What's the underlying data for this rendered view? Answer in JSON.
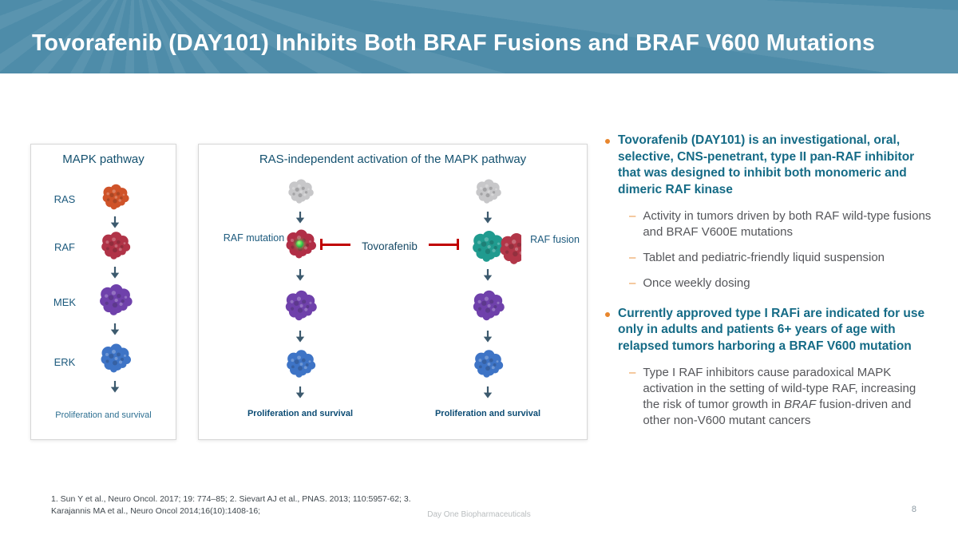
{
  "slide": {
    "title": "Tovorafenib (DAY101) Inhibits Both BRAF Fusions and BRAF V600 Mutations",
    "footer_center": "Day One Biopharmaceuticals",
    "page_number": "8",
    "references": "1. Sun Y et al., Neuro Oncol. 2017; 19: 774–85; 2. Sievart AJ et al., PNAS. 2013; 110:5957-62; 3. Karajannis MA et al., Neuro Oncol 2014;16(10):1408-16;"
  },
  "mapk_panel": {
    "title": "MAPK pathway",
    "nodes": [
      "RAS",
      "RAF",
      "MEK",
      "ERK"
    ],
    "outcome": "Proliferation and survival"
  },
  "ras_independent_panel": {
    "title": "RAS-independent activation of the MAPK pathway",
    "raf_mutation_label": "RAF mutation",
    "inhibitor_label": "Tovorafenib",
    "raf_fusion_label": "RAF fusion",
    "outcome_left": "Proliferation and survival",
    "outcome_right": "Proliferation and survival"
  },
  "bullets": [
    {
      "text": "Tovorafenib (DAY101) is an investigational, oral, selective, CNS-penetrant, type II pan-RAF inhibitor that was designed to inhibit both monomeric and dimeric RAF kinase",
      "subs": [
        "Activity in tumors driven by both RAF wild-type fusions and BRAF V600E mutations",
        "Tablet and pediatric-friendly liquid suspension",
        "Once weekly dosing"
      ]
    },
    {
      "text": "Currently approved type I RAFi are indicated for use only in adults and patients 6+ years of age with relapsed tumors harboring a BRAF V600 mutation",
      "subs": [
        {
          "pre": "Type I RAF inhibitors cause paradoxical MAPK activation in the setting of wild-type RAF, increasing the risk of tumor growth in ",
          "italic": "BRAF",
          "post": " fusion-driven and other non-V600 mutant cancers"
        }
      ]
    }
  ],
  "icons": {
    "bullet_dash": "–"
  },
  "colors": {
    "header_band": "#4e8ca9",
    "heading_teal": "#156b86",
    "accent_orange": "#e8862d",
    "inhibit_red": "#c00000",
    "ras_orange": "#cf5329",
    "raf_red": "#b03347",
    "mek_purple": "#6f41ab",
    "erk_blue": "#3e74c6",
    "fusion_teal": "#209b8f",
    "wildtype_grey": "#c7c7c9"
  }
}
